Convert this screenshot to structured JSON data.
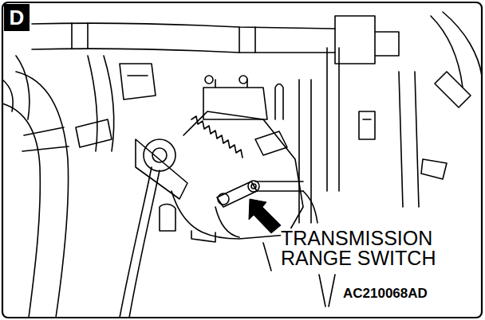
{
  "diagram": {
    "nodes": [
      {
        "text": [
          "D"
        ]
      }
    ],
    "labels": [
      "TRANSMISSION RANGE SWITCH",
      "AC210068AD"
    ]
  }
}
